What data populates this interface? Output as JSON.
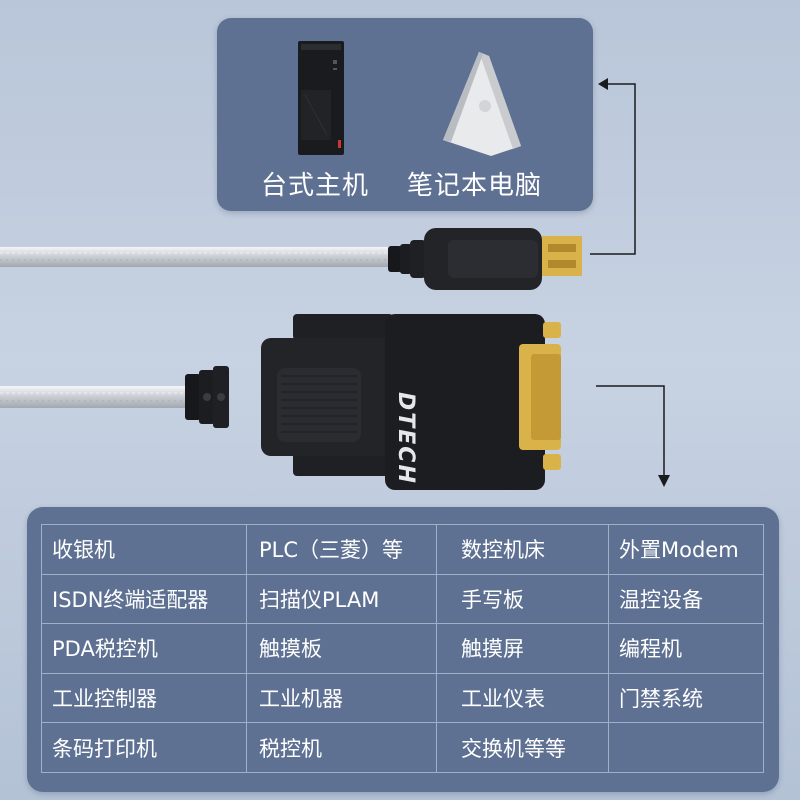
{
  "devices": {
    "desktop_label": "台式主机",
    "laptop_label": "笔记本电脑"
  },
  "brand": {
    "logo_text": "DTECH"
  },
  "applications": {
    "rows": [
      [
        "收银机",
        "PLC（三菱）等",
        "数控机床",
        "外置Modem"
      ],
      [
        "ISDN终端适配器",
        "扫描仪PLAM",
        "手写板",
        "温控设备"
      ],
      [
        "PDA税控机",
        "触摸板",
        "触摸屏",
        "编程机"
      ],
      [
        "工业控制器",
        "工业机器",
        "工业仪表",
        "门禁系统"
      ],
      [
        "条码打印机",
        "税控机",
        "交换机等等",
        ""
      ]
    ]
  },
  "colors": {
    "panel": "#5f7193",
    "background": "#c0ccdd",
    "gold": "#d9b24a",
    "connector": "#1e1f22"
  },
  "icons": [
    "desktop-tower-icon",
    "laptop-icon",
    "arrow-up-icon",
    "arrow-down-icon"
  ]
}
